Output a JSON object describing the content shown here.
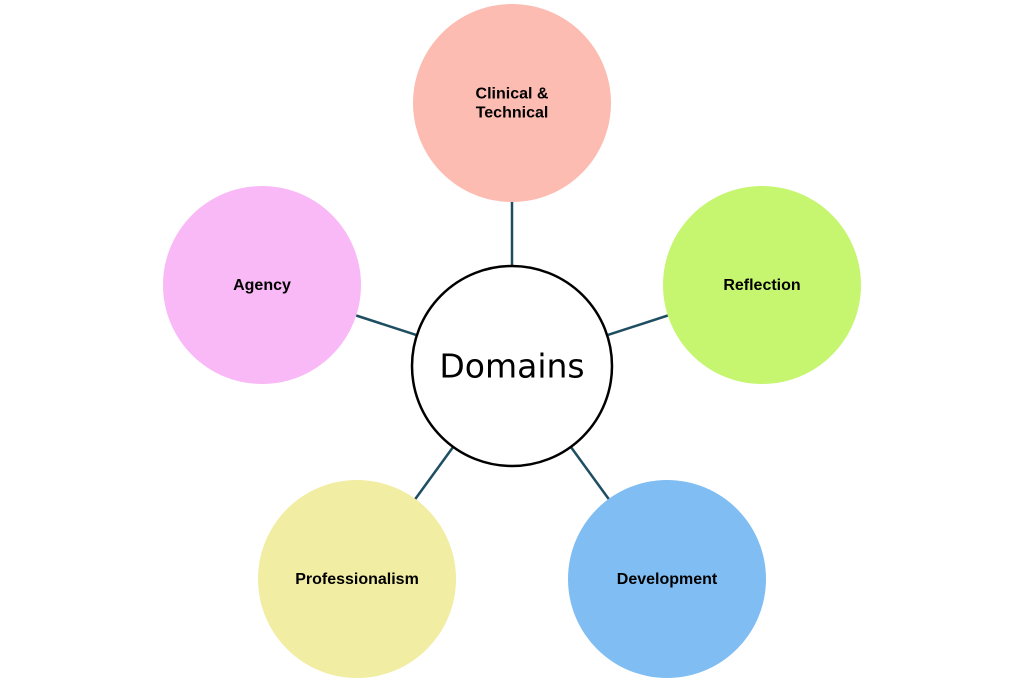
{
  "diagram": {
    "type": "hub-and-spoke",
    "connector_color": "#1f4e63",
    "center": {
      "label": "Domains",
      "fill": "#ffffff",
      "stroke": "#000000"
    },
    "nodes": [
      {
        "id": "clinical-technical",
        "lines": [
          "Clinical &",
          "Technical"
        ],
        "fill": "#fcbcb2"
      },
      {
        "id": "reflection",
        "lines": [
          "Reflection"
        ],
        "fill": "#c6f570"
      },
      {
        "id": "development",
        "lines": [
          "Development"
        ],
        "fill": "#80bdf2"
      },
      {
        "id": "professionalism",
        "lines": [
          "Professionalism"
        ],
        "fill": "#f1eda2"
      },
      {
        "id": "agency",
        "lines": [
          "Agency"
        ],
        "fill": "#f9b8f6"
      }
    ]
  }
}
